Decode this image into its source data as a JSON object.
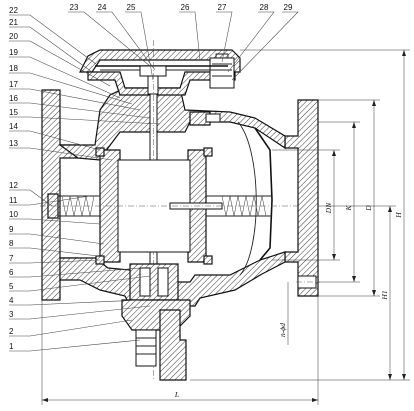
{
  "part_numbers": {
    "left": [
      "22",
      "21",
      "20",
      "19",
      "18",
      "17",
      "16",
      "15",
      "14",
      "13",
      "12",
      "11",
      "10",
      "9",
      "8",
      "7",
      "6",
      "5",
      "4",
      "3",
      "2",
      "1"
    ],
    "top": [
      "23",
      "24",
      "25",
      "26",
      "27",
      "28",
      "29"
    ]
  },
  "dimensions": {
    "length": "L",
    "height": "H",
    "height1": "H1",
    "nominal": "DN",
    "k": "K",
    "d": "D",
    "bolts": "n-ϕd"
  }
}
